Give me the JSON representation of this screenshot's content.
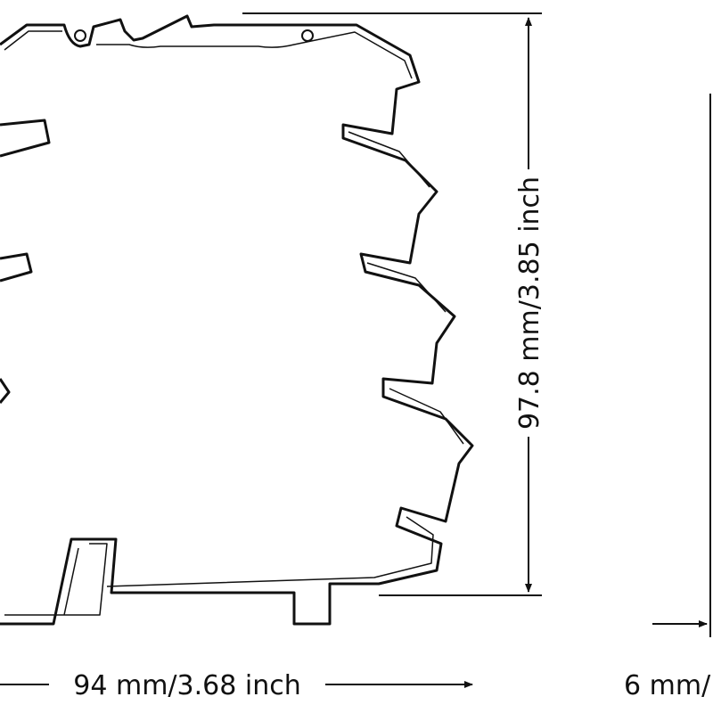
{
  "dimensions": {
    "height_label": "97.8 mm/3.85 inch",
    "width_label": "94 mm/3.68 inch",
    "depth_label": "6 mm/"
  },
  "colors": {
    "line": "#111111",
    "background": "#ffffff"
  }
}
